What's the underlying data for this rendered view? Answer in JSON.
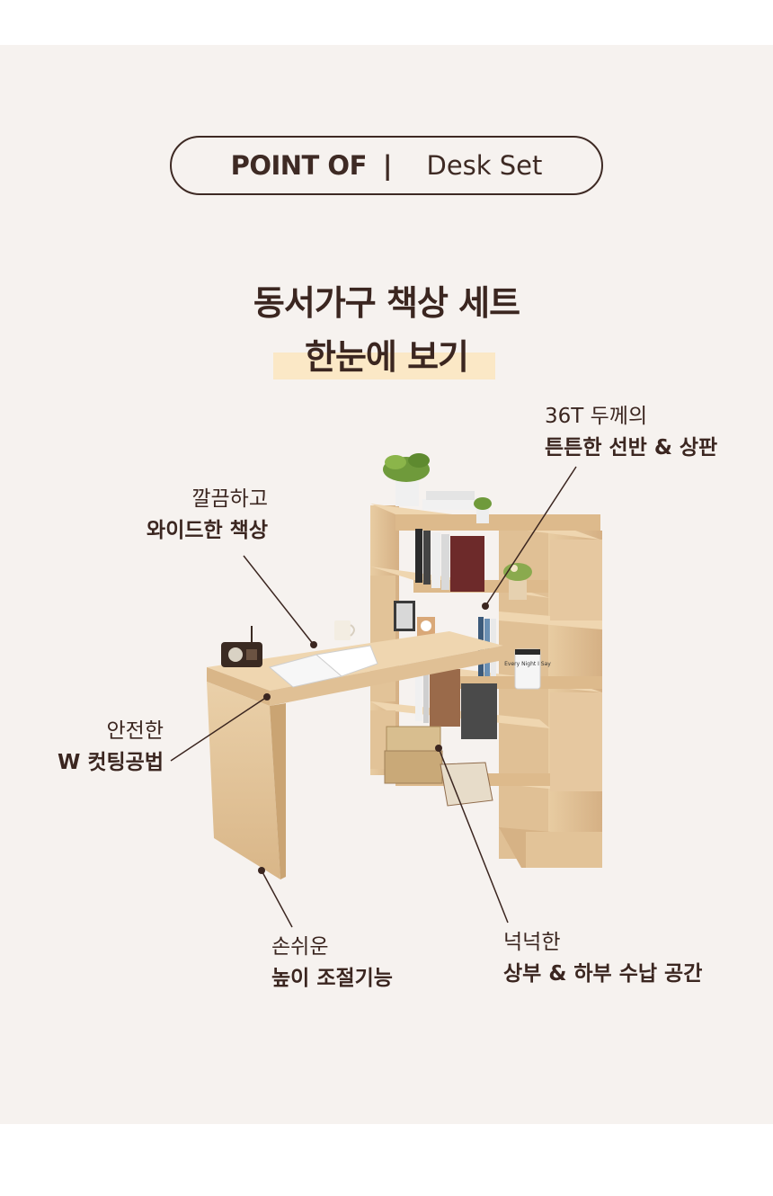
{
  "header": {
    "pill_bold": "POINT OF",
    "pill_sep": "|",
    "pill_light": "Desk Set"
  },
  "title": {
    "line1": "동서가구 책상 세트",
    "line2": "한눈에 보기"
  },
  "features": [
    {
      "line1": "36T 두께의",
      "line2": "튼튼한 선반 & 상판"
    },
    {
      "line1": "깔끔하고",
      "line2": "와이드한 책상"
    },
    {
      "line1": "안전한",
      "line2": "W 컷팅공법"
    },
    {
      "line1": "손쉬운",
      "line2": "높이 조절기능"
    },
    {
      "line1": "넉넉한",
      "line2": "상부 & 하부 수납 공간"
    }
  ],
  "book_label": "Every Night I Say",
  "colors": {
    "background": "#f6f2ef",
    "text": "#3b2620",
    "highlight": "#fbe8c6",
    "wood": "#e3c49b"
  }
}
